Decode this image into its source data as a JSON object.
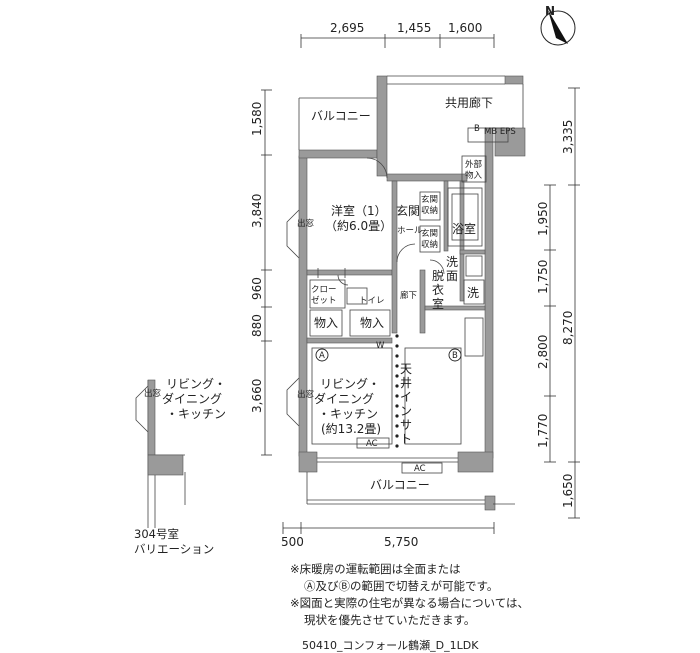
{
  "dimensions": {
    "top": [
      "2,695",
      "1,455",
      "1,600"
    ],
    "left": [
      "1,580",
      "3,840",
      "960",
      "880",
      "3,660"
    ],
    "right_outer": [
      "3,335",
      "8,270",
      "1,650"
    ],
    "right_inner": [
      "1,950",
      "1,750",
      "2,800",
      "1,770"
    ],
    "bottom": [
      "500",
      "5,750"
    ]
  },
  "rooms": {
    "corridor": "共用廊下",
    "balcony_top": "バルコニー",
    "balcony_bottom": "バルコニー",
    "western_room": "洋室（1）",
    "western_room_size": "（約6.0畳）",
    "entrance": "玄関",
    "hall": "ホール",
    "bath": "浴室",
    "wash": "洗",
    "wash2": "面",
    "dressing": "脱",
    "dressing2": "衣",
    "dressing3": "室",
    "washer": "洗",
    "closet_1": "クロー",
    "closet_2": "ゼット",
    "toilet": "トイレ",
    "hallway": "廊下",
    "storage_1": "物入",
    "storage_2": "物入",
    "ext_storage_1": "外部",
    "ext_storage_2": "物入",
    "mb_eps": "MB EPS",
    "mb_b": "B",
    "ldk_1": "リビング・",
    "ldk_2": "ダイニング",
    "ldk_3": "・キッチン",
    "ldk_size": "(約13.2畳)",
    "window_1": "出窓",
    "window_2": "出窓",
    "shoe_1": "玄関",
    "shoe_2": "収納",
    "shoe_3": "玄関",
    "shoe_4": "収納",
    "ceiling_1": "天",
    "ceiling_2": "井",
    "ceiling_3": "イ",
    "ceiling_4": "ン",
    "ceiling_5": "サ",
    "ceiling_6": "ト",
    "ac_1": "AC",
    "ac_2": "AC",
    "zone_a": "A",
    "zone_b": "B",
    "w_mark": "W"
  },
  "variation": {
    "window": "出窓",
    "ldk_1": "リビング・",
    "ldk_2": "ダイニング",
    "ldk_3": "・キッチン",
    "label_1": "304号室",
    "label_2": "バリエーション"
  },
  "north_label": "N",
  "notes": [
    "※床暖房の運転範囲は全面または",
    "Ⓐ及びⒷの範囲で切替えが可能です。",
    "※図面と実際の住宅が異なる場合については、",
    "現状を優先させていただきます。"
  ],
  "footer": "50410_コンフォール鶴瀬_D_1LDK"
}
